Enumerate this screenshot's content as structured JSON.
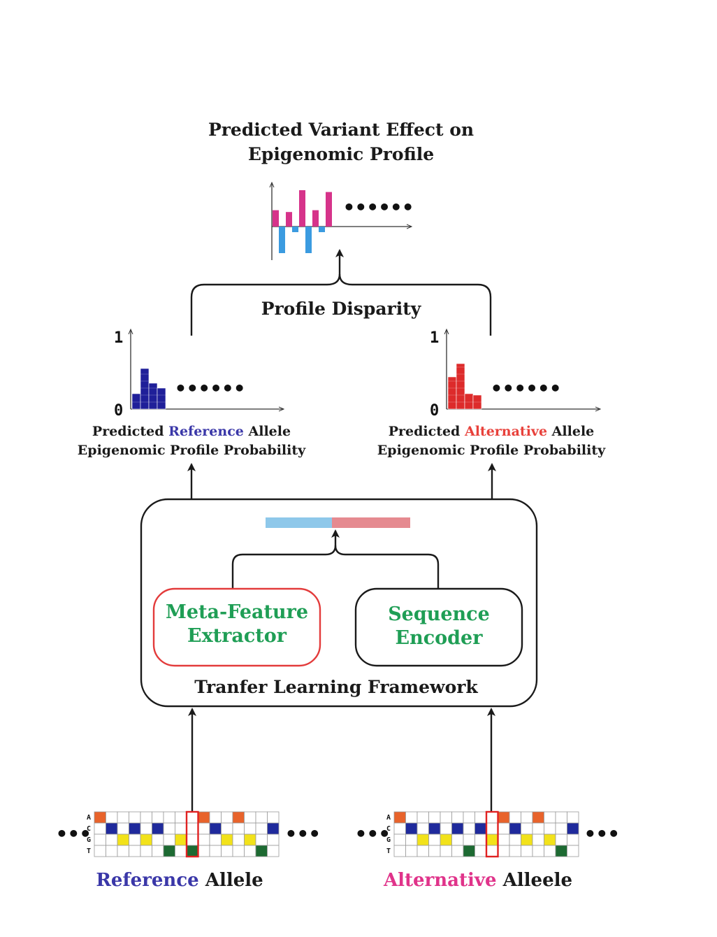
{
  "title": {
    "line1": "Predicted Variant Effect on",
    "line2": "Epigenomic Profile"
  },
  "disparity_label": "Profile Disparity",
  "left_panel": {
    "y_max": "1",
    "y_min": "0",
    "caption_prefix": "Predicted ",
    "caption_highlight": "Reference",
    "caption_suffix": " Allele",
    "caption_line2": "Epigenomic Profile Probability"
  },
  "right_panel": {
    "y_max": "1",
    "y_min": "0",
    "caption_prefix": "Predicted ",
    "caption_highlight": "Alternative",
    "caption_suffix": " Allele",
    "caption_line2": "Epigenomic Profile Probability"
  },
  "framework": {
    "label": "Tranfer Learning Framework",
    "meta_feature": {
      "line1": "Meta-Feature",
      "line2": "Extractor"
    },
    "sequence_encoder": {
      "line1": "Sequence",
      "line2": "Encoder"
    }
  },
  "inputs": {
    "reference": {
      "highlight": "Reference",
      "suffix": " Allele"
    },
    "alternative": {
      "highlight": "Alternative",
      "suffix": " Alleele"
    },
    "letters": [
      "A",
      "C",
      "G",
      "T"
    ],
    "ellipsis": "•••"
  },
  "ellipsis_dots": "••••••",
  "colors": {
    "reference": "#3a37a8",
    "alternative_caption": "#e8413b",
    "alternative_input": "#e0338a",
    "ref_bar": "#1f1f99",
    "alt_bar": "#dd2b2b",
    "effect_pos": "#d6338a",
    "effect_neg": "#3b9be0",
    "embed_left": "#8ec8ea",
    "embed_right": "#e58a90",
    "green_text": "#1f9e55",
    "meta_border": "#e33b3b",
    "nuc_A": "#e8632b",
    "nuc_C": "#1f2a9c",
    "nuc_G": "#f2e21a",
    "nuc_T": "#1d6a32",
    "highlight": "#e02222"
  },
  "chart_data": [
    {
      "type": "bar",
      "name": "effect",
      "values": [
        0.45,
        0.4,
        1.0,
        0.45,
        0.95
      ],
      "neg_values": [
        -0.95,
        -0.2,
        -0.95,
        -0.2
      ]
    },
    {
      "type": "bar",
      "name": "reference",
      "ylim": [
        0,
        1
      ],
      "values": [
        0.22,
        0.58,
        0.37,
        0.3
      ]
    },
    {
      "type": "bar",
      "name": "alternative",
      "ylim": [
        0,
        1
      ],
      "values": [
        0.46,
        0.65,
        0.22,
        0.2
      ]
    }
  ]
}
